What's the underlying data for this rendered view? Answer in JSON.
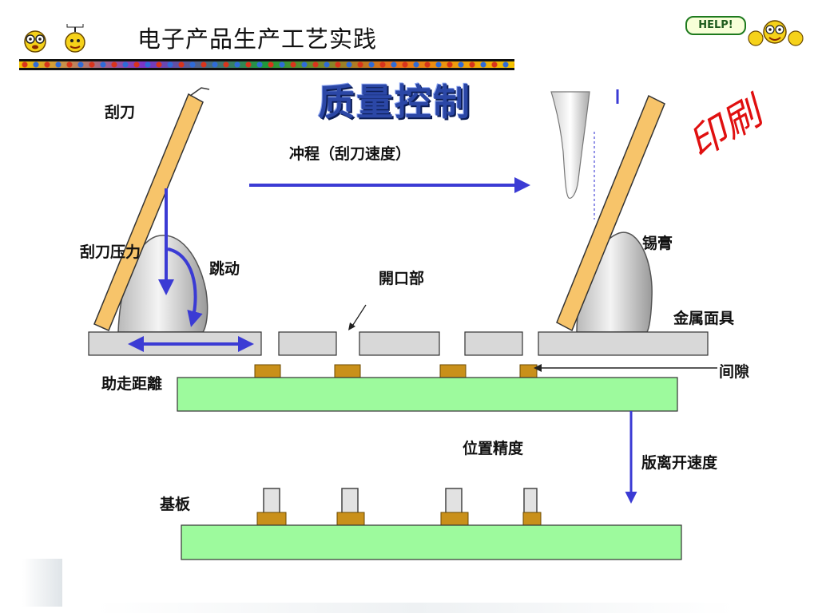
{
  "header": {
    "title": "电子产品生产工艺实践",
    "help_badge": "HELP!"
  },
  "slide": {
    "heading": "质量控制",
    "stamp": "印刷"
  },
  "labels": {
    "squeegee": "刮刀",
    "stroke": "冲程（刮刀速度）",
    "squeegee_pressure": "刮刀压力",
    "jump": "跳动",
    "opening": "開口部",
    "solder_paste": "锡膏",
    "metal_stencil": "金属面具",
    "gap": "间隙",
    "run_distance": "助走距離",
    "position_accuracy": "位置精度",
    "separation_speed": "版离开速度",
    "substrate": "基板"
  },
  "colors": {
    "arrow": "#3b3bd4",
    "squeegee": "#f7c46a",
    "stencil": "#d8d8d8",
    "pcb": "#9dfa9d",
    "pad": "#c9901a",
    "stamp": "#e01010",
    "heading": "#2b47a6"
  },
  "icons": {
    "left": [
      "smiley-glasses-icon",
      "alarm-bomb-icon"
    ],
    "right": [
      "smiley-group-icon"
    ]
  }
}
